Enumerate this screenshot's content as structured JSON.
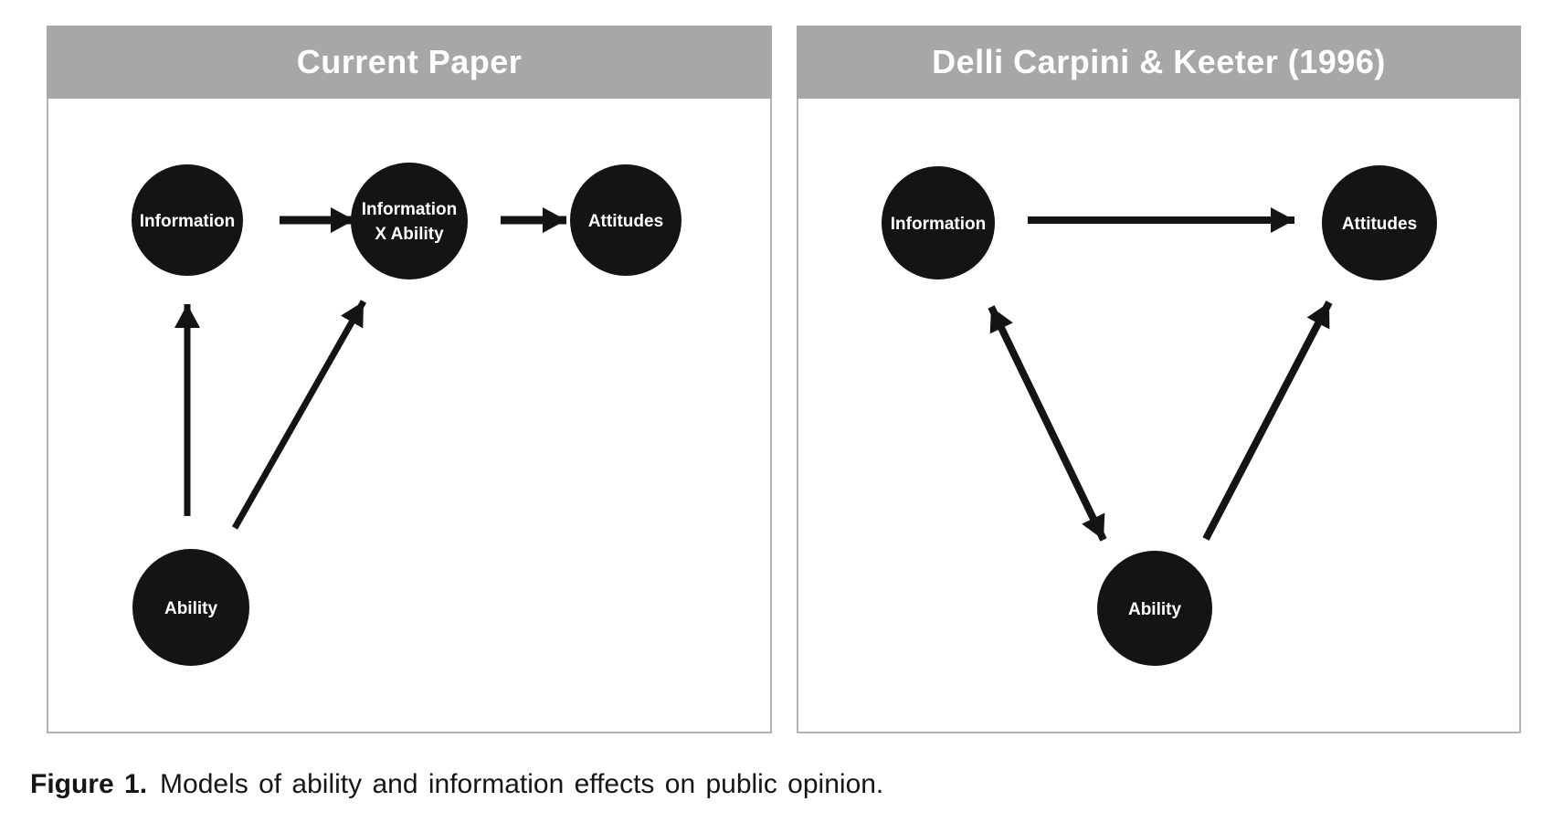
{
  "figure": {
    "caption_label": "Figure 1.",
    "caption_text": "Models of ability and information effects on public opinion."
  },
  "panels": {
    "left": {
      "title": "Current Paper",
      "nodes": {
        "information": "Information",
        "interaction_line1": "Information",
        "interaction_line2": "X Ability",
        "attitudes": "Attitudes",
        "ability": "Ability"
      }
    },
    "right": {
      "title": "Delli Carpini & Keeter (1996)",
      "nodes": {
        "information": "Information",
        "attitudes": "Attitudes",
        "ability": "Ability"
      }
    }
  },
  "colors": {
    "header_bg": "#a7a7a7",
    "header_text": "#ffffff",
    "node_fill": "#141414",
    "node_text": "#ffffff",
    "arrow": "#141414",
    "panel_border": "#b3b3b3",
    "caption_text": "#161616"
  }
}
